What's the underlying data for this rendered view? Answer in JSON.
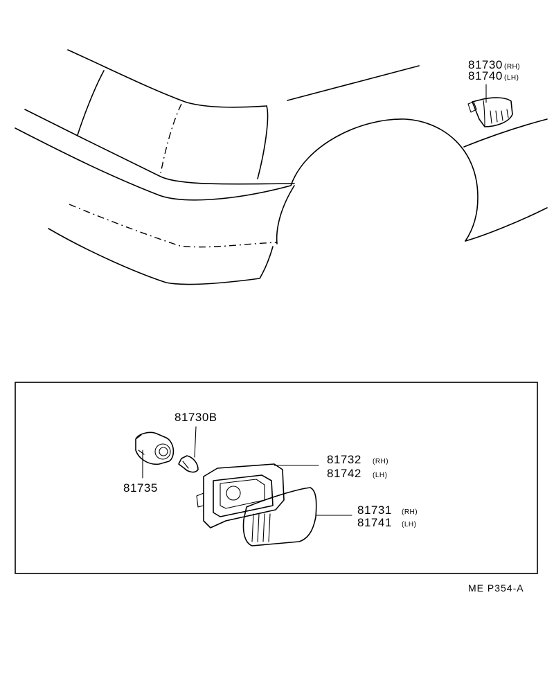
{
  "top_part": {
    "rh_number": "81730",
    "rh_side": "(RH)",
    "lh_number": "81740",
    "lh_side": "(LH)"
  },
  "detail": {
    "bulb_b": "81730B",
    "socket": "81735",
    "housing_rh": "81732",
    "housing_rh_side": "(RH)",
    "housing_lh": "81742",
    "housing_lh_side": "(LH)",
    "lens_rh": "81731",
    "lens_rh_side": "(RH)",
    "lens_lh": "81741",
    "lens_lh_side": "(LH)"
  },
  "reference_code": "ME  P354-A"
}
